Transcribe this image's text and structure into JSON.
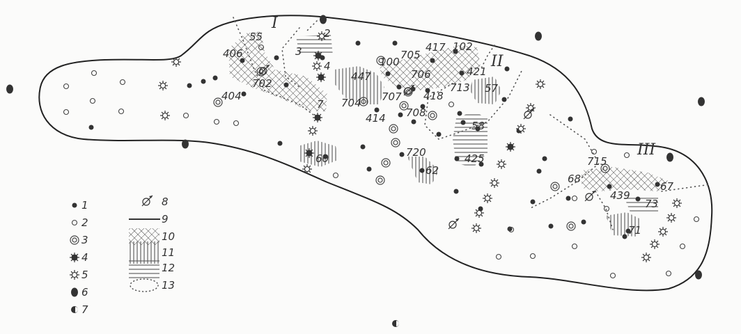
{
  "regions": [
    "I",
    "II",
    "III"
  ],
  "well_labels": [
    "55",
    "406",
    "404",
    "702",
    "7",
    "2",
    "3",
    "4",
    "60",
    "447",
    "100",
    "705",
    "417",
    "102",
    "421",
    "706",
    "418",
    "713",
    "707",
    "704",
    "414",
    "708",
    "57",
    "58",
    "425",
    "720",
    "62",
    "715",
    "68",
    "439",
    "67",
    "73",
    "71"
  ],
  "legend": [
    {
      "number": "1",
      "symbol": "filled-dot"
    },
    {
      "number": "2",
      "symbol": "open-circle"
    },
    {
      "number": "3",
      "symbol": "double-circle"
    },
    {
      "number": "4",
      "symbol": "star-filled"
    },
    {
      "number": "5",
      "symbol": "star-open"
    },
    {
      "number": "6",
      "symbol": "large-dot"
    },
    {
      "number": "7",
      "symbol": "half-dot"
    },
    {
      "number": "8",
      "symbol": "circle-arrow"
    },
    {
      "number": "9",
      "symbol": "solid-line"
    },
    {
      "number": "10",
      "symbol": "cross-hatch"
    },
    {
      "number": "11",
      "symbol": "vertical-hatch"
    },
    {
      "number": "12",
      "symbol": "horizontal-hatch"
    },
    {
      "number": "13",
      "symbol": "dotted-contour"
    }
  ]
}
